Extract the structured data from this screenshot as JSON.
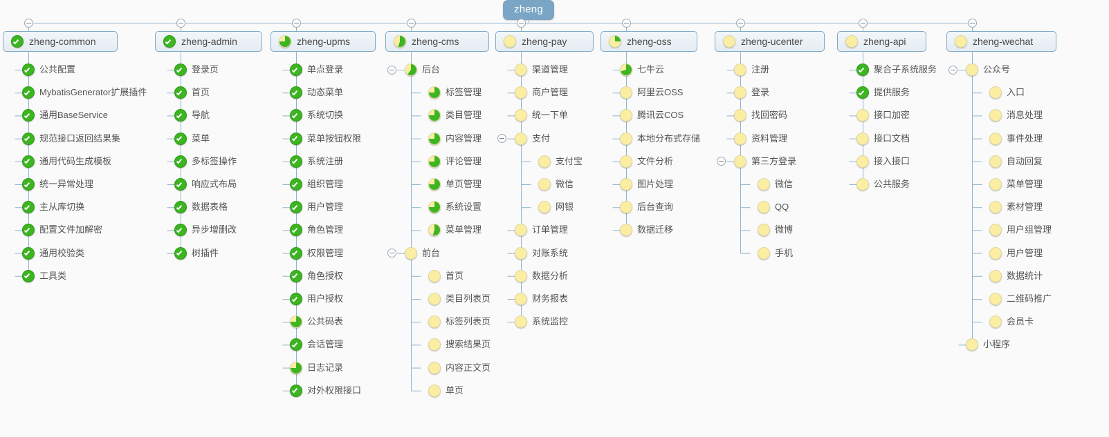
{
  "root": {
    "label": "zheng"
  },
  "legend": {
    "status_done": "done",
    "status_partial": "partial",
    "status_todo": "todo",
    "color_done": "#3cb521",
    "color_todo": "#fbeea2",
    "color_root": "#7aa5c4",
    "color_wire": "#8fb4cd",
    "color_background": "#fafafa"
  },
  "columns": [
    {
      "label": "zheng-common",
      "status": "done",
      "children": [
        {
          "label": "公共配置",
          "status": "done"
        },
        {
          "label": "MybatisGenerator扩展插件",
          "status": "done"
        },
        {
          "label": "通用BaseService",
          "status": "done"
        },
        {
          "label": "规范接口返回结果集",
          "status": "done"
        },
        {
          "label": "通用代码生成模板",
          "status": "done"
        },
        {
          "label": "统一异常处理",
          "status": "done"
        },
        {
          "label": "主从库切换",
          "status": "done"
        },
        {
          "label": "配置文件加解密",
          "status": "done"
        },
        {
          "label": "通用校验类",
          "status": "done"
        },
        {
          "label": "工具类",
          "status": "done"
        }
      ]
    },
    {
      "label": "zheng-admin",
      "status": "done",
      "children": [
        {
          "label": "登录页",
          "status": "done"
        },
        {
          "label": "首页",
          "status": "done"
        },
        {
          "label": "导航",
          "status": "done"
        },
        {
          "label": "菜单",
          "status": "done"
        },
        {
          "label": "多标签操作",
          "status": "done"
        },
        {
          "label": "响应式布局",
          "status": "done"
        },
        {
          "label": "数据表格",
          "status": "done"
        },
        {
          "label": "异步增删改",
          "status": "done"
        },
        {
          "label": "树插件",
          "status": "done"
        }
      ]
    },
    {
      "label": "zheng-upms",
      "status": "partial",
      "percent": 75,
      "children": [
        {
          "label": "单点登录",
          "status": "done"
        },
        {
          "label": "动态菜单",
          "status": "done"
        },
        {
          "label": "系统切换",
          "status": "done"
        },
        {
          "label": "菜单按钮权限",
          "status": "done"
        },
        {
          "label": "系统注册",
          "status": "done"
        },
        {
          "label": "组织管理",
          "status": "done"
        },
        {
          "label": "用户管理",
          "status": "done"
        },
        {
          "label": "角色管理",
          "status": "done"
        },
        {
          "label": "权限管理",
          "status": "done"
        },
        {
          "label": "角色授权",
          "status": "done"
        },
        {
          "label": "用户授权",
          "status": "done"
        },
        {
          "label": "公共码表",
          "status": "partial",
          "percent": 75
        },
        {
          "label": "会话管理",
          "status": "done"
        },
        {
          "label": "日志记录",
          "status": "partial",
          "percent": 75
        },
        {
          "label": "对外权限接口",
          "status": "done"
        }
      ]
    },
    {
      "label": "zheng-cms",
      "status": "partial",
      "percent": 55,
      "children": [
        {
          "label": "后台",
          "status": "partial",
          "percent": 60,
          "collapsible": true,
          "children": [
            {
              "label": "标签管理",
              "status": "partial",
              "percent": 75
            },
            {
              "label": "类目管理",
              "status": "partial",
              "percent": 75
            },
            {
              "label": "内容管理",
              "status": "partial",
              "percent": 75
            },
            {
              "label": "评论管理",
              "status": "partial",
              "percent": 75
            },
            {
              "label": "单页管理",
              "status": "partial",
              "percent": 75
            },
            {
              "label": "系统设置",
              "status": "partial",
              "percent": 75
            },
            {
              "label": "菜单管理",
              "status": "partial",
              "percent": 55
            }
          ]
        },
        {
          "label": "前台",
          "status": "todo",
          "collapsible": true,
          "children": [
            {
              "label": "首页",
              "status": "todo"
            },
            {
              "label": "类目列表页",
              "status": "todo"
            },
            {
              "label": "标签列表页",
              "status": "todo"
            },
            {
              "label": "搜索结果页",
              "status": "todo"
            },
            {
              "label": "内容正文页",
              "status": "todo"
            },
            {
              "label": "单页",
              "status": "todo"
            }
          ]
        }
      ]
    },
    {
      "label": "zheng-pay",
      "status": "todo",
      "children": [
        {
          "label": "渠道管理",
          "status": "todo"
        },
        {
          "label": "商户管理",
          "status": "todo"
        },
        {
          "label": "统一下单",
          "status": "todo"
        },
        {
          "label": "支付",
          "status": "todo",
          "collapsible": true,
          "children": [
            {
              "label": "支付宝",
              "status": "todo"
            },
            {
              "label": "微信",
              "status": "todo"
            },
            {
              "label": "网银",
              "status": "todo"
            }
          ]
        },
        {
          "label": "订单管理",
          "status": "todo"
        },
        {
          "label": "对账系统",
          "status": "todo"
        },
        {
          "label": "数据分析",
          "status": "todo"
        },
        {
          "label": "财务报表",
          "status": "todo"
        },
        {
          "label": "系统监控",
          "status": "todo"
        }
      ]
    },
    {
      "label": "zheng-oss",
      "status": "partial",
      "percent": 25,
      "children": [
        {
          "label": "七牛云",
          "status": "partial",
          "percent": 70
        },
        {
          "label": "阿里云OSS",
          "status": "todo"
        },
        {
          "label": "腾讯云COS",
          "status": "todo"
        },
        {
          "label": "本地分布式存储",
          "status": "todo"
        },
        {
          "label": "文件分析",
          "status": "todo"
        },
        {
          "label": "图片处理",
          "status": "todo"
        },
        {
          "label": "后台查询",
          "status": "todo"
        },
        {
          "label": "数据迁移",
          "status": "todo"
        }
      ]
    },
    {
      "label": "zheng-ucenter",
      "status": "todo",
      "children": [
        {
          "label": "注册",
          "status": "todo"
        },
        {
          "label": "登录",
          "status": "todo"
        },
        {
          "label": "找回密码",
          "status": "todo"
        },
        {
          "label": "资料管理",
          "status": "todo"
        },
        {
          "label": "第三方登录",
          "status": "todo",
          "collapsible": true,
          "children": [
            {
              "label": "微信",
              "status": "todo"
            },
            {
              "label": "QQ",
              "status": "todo"
            },
            {
              "label": "微博",
              "status": "todo"
            },
            {
              "label": "手机",
              "status": "todo"
            }
          ]
        }
      ]
    },
    {
      "label": "zheng-api",
      "status": "todo",
      "children": [
        {
          "label": "聚合子系统服务",
          "status": "done"
        },
        {
          "label": "提供服务",
          "status": "done"
        },
        {
          "label": "接口加密",
          "status": "todo"
        },
        {
          "label": "接口文档",
          "status": "todo"
        },
        {
          "label": "接入接口",
          "status": "todo"
        },
        {
          "label": "公共服务",
          "status": "todo"
        }
      ]
    },
    {
      "label": "zheng-wechat",
      "status": "todo",
      "children": [
        {
          "label": "公众号",
          "status": "todo",
          "collapsible": true,
          "children": [
            {
              "label": "入口",
              "status": "todo"
            },
            {
              "label": "消息处理",
              "status": "todo"
            },
            {
              "label": "事件处理",
              "status": "todo"
            },
            {
              "label": "自动回复",
              "status": "todo"
            },
            {
              "label": "菜单管理",
              "status": "todo"
            },
            {
              "label": "素材管理",
              "status": "todo"
            },
            {
              "label": "用户组管理",
              "status": "todo"
            },
            {
              "label": "用户管理",
              "status": "todo"
            },
            {
              "label": "数据统计",
              "status": "todo"
            },
            {
              "label": "二维码推广",
              "status": "todo"
            },
            {
              "label": "会员卡",
              "status": "todo"
            }
          ]
        },
        {
          "label": "小程序",
          "status": "todo"
        }
      ]
    }
  ]
}
